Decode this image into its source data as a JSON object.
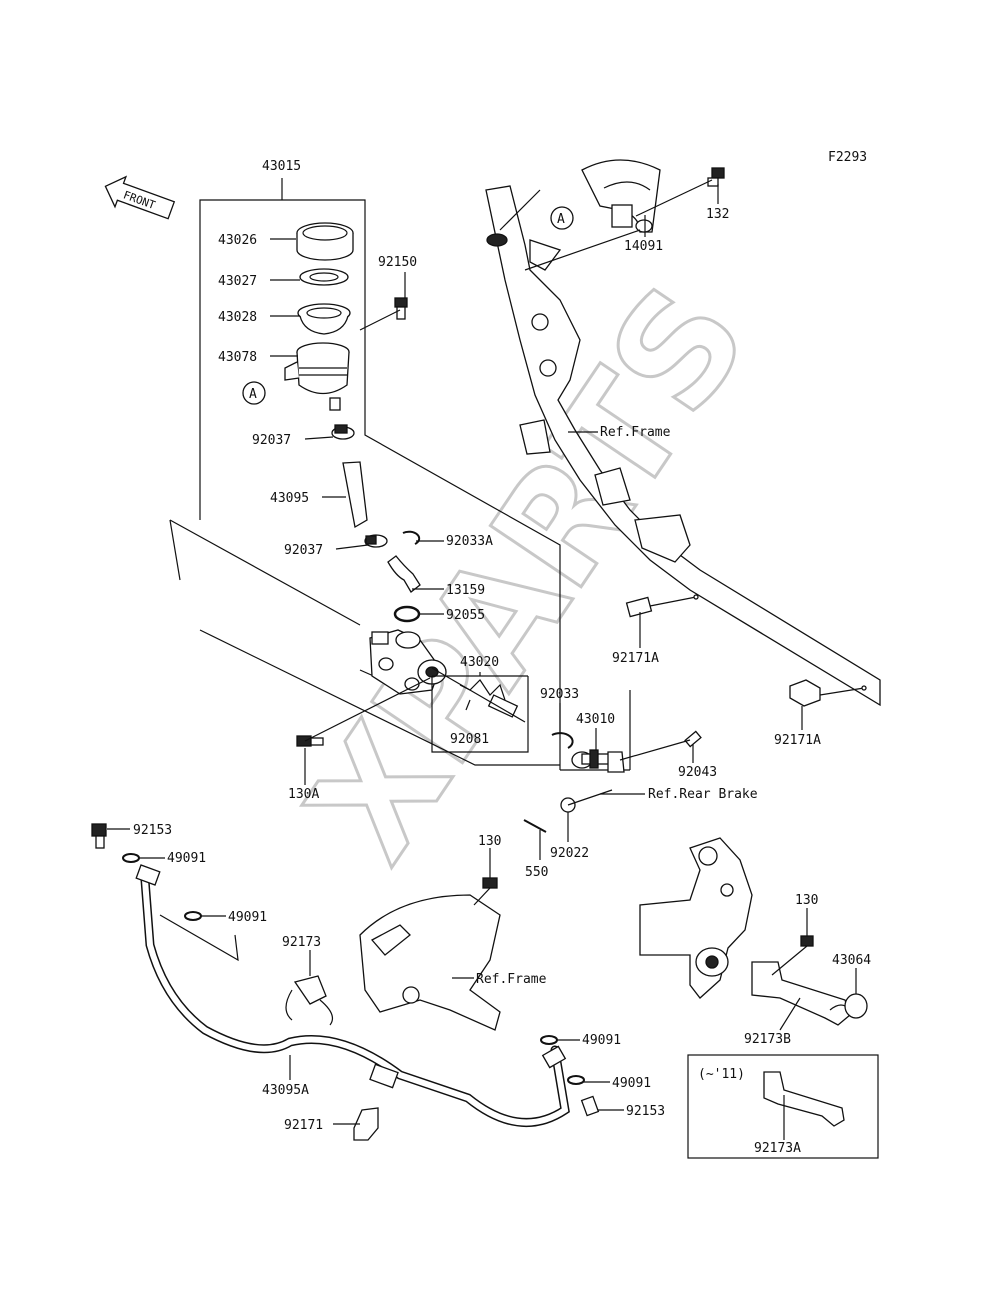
{
  "diagram_code": "F2293",
  "front_label": "FRONT",
  "watermark": "XPARTS",
  "ref_labels": {
    "frame_upper": "Ref.Frame",
    "frame_lower": "Ref.Frame",
    "rear_brake": "Ref.Rear Brake"
  },
  "marker_a": "A",
  "inset_note": "(~'11)",
  "parts": [
    {
      "id": "p43015",
      "label": "43015"
    },
    {
      "id": "p43026",
      "label": "43026"
    },
    {
      "id": "p43027",
      "label": "43027"
    },
    {
      "id": "p43028",
      "label": "43028"
    },
    {
      "id": "p43078",
      "label": "43078"
    },
    {
      "id": "p92150",
      "label": "92150"
    },
    {
      "id": "p92037a",
      "label": "92037"
    },
    {
      "id": "p43095",
      "label": "43095"
    },
    {
      "id": "p92037b",
      "label": "92037"
    },
    {
      "id": "p92033A",
      "label": "92033A"
    },
    {
      "id": "p13159",
      "label": "13159"
    },
    {
      "id": "p92055",
      "label": "92055"
    },
    {
      "id": "p43020",
      "label": "43020"
    },
    {
      "id": "p92081",
      "label": "92081"
    },
    {
      "id": "p92033",
      "label": "92033"
    },
    {
      "id": "p43010",
      "label": "43010"
    },
    {
      "id": "p130A",
      "label": "130A"
    },
    {
      "id": "p92043",
      "label": "92043"
    },
    {
      "id": "p92022",
      "label": "92022"
    },
    {
      "id": "p550",
      "label": "550"
    },
    {
      "id": "p92153a",
      "label": "92153"
    },
    {
      "id": "p49091a",
      "label": "49091"
    },
    {
      "id": "p49091b",
      "label": "49091"
    },
    {
      "id": "p130a",
      "label": "130"
    },
    {
      "id": "p92173",
      "label": "92173"
    },
    {
      "id": "p43095A",
      "label": "43095A"
    },
    {
      "id": "p92171",
      "label": "92171"
    },
    {
      "id": "p49091c",
      "label": "49091"
    },
    {
      "id": "p49091d",
      "label": "49091"
    },
    {
      "id": "p92153b",
      "label": "92153"
    },
    {
      "id": "p130b",
      "label": "130"
    },
    {
      "id": "p43064",
      "label": "43064"
    },
    {
      "id": "p92173B",
      "label": "92173B"
    },
    {
      "id": "p92173A",
      "label": "92173A"
    },
    {
      "id": "p132",
      "label": "132"
    },
    {
      "id": "p14091",
      "label": "14091"
    },
    {
      "id": "p92171Aa",
      "label": "92171A"
    },
    {
      "id": "p92171Ab",
      "label": "92171A"
    }
  ]
}
